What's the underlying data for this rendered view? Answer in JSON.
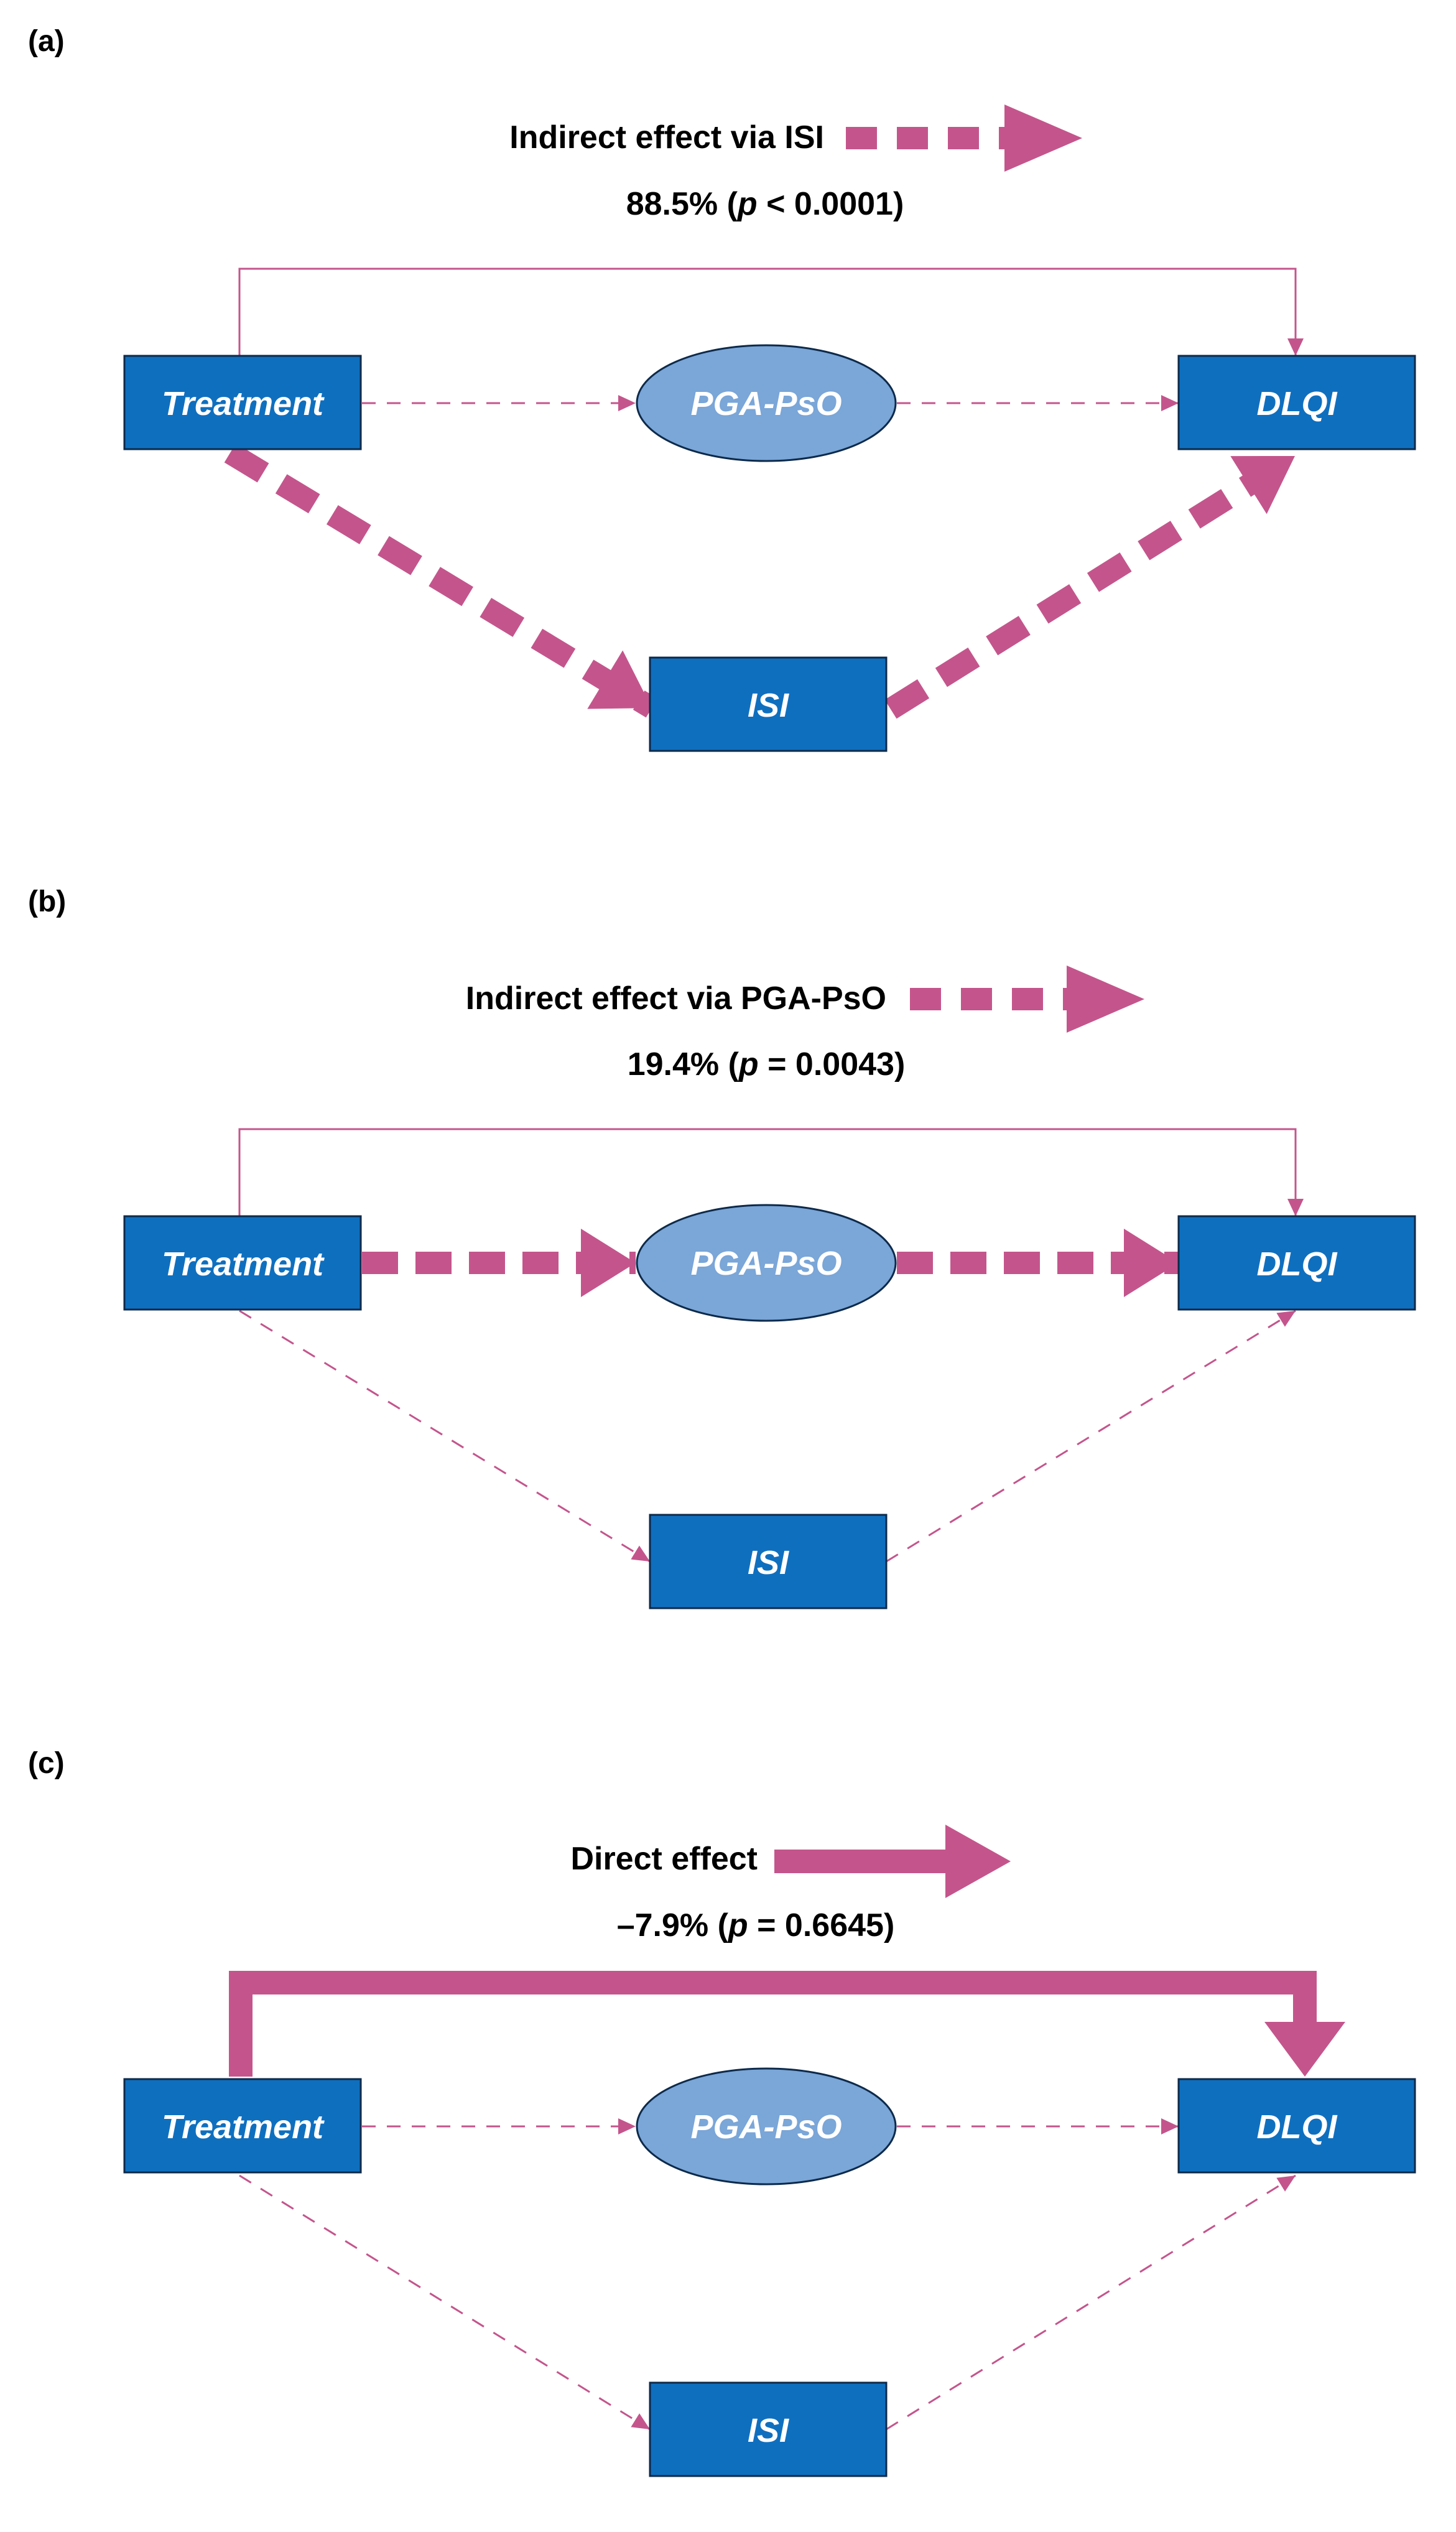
{
  "colors": {
    "arrow": "#c4558c",
    "box_fill": "#0f6fbf",
    "ellipse_fill": "#7aa6d8",
    "node_text": "#ffffff",
    "text": "#000000"
  },
  "nodes": {
    "treatment": "Treatment",
    "mediator_pga": "PGA-PsO",
    "outcome": "DLQI",
    "mediator_isi": "ISI"
  },
  "panels": [
    {
      "label": "(a)",
      "legend_title": "Indirect effect via ISI",
      "legend_stat_prefix": "88.5% (",
      "legend_stat_p": "p",
      "legend_stat_suffix": " < 0.0001)",
      "emphasized_path": "Treatment → ISI → DLQI",
      "proportion_mediated_percent": 88.5,
      "p_value": "< 0.0001"
    },
    {
      "label": "(b)",
      "legend_title": "Indirect effect via PGA-PsO",
      "legend_stat_prefix": "19.4% (",
      "legend_stat_p": "p",
      "legend_stat_suffix": " = 0.0043)",
      "emphasized_path": "Treatment → PGA-PsO → DLQI",
      "proportion_mediated_percent": 19.4,
      "p_value": "= 0.0043"
    },
    {
      "label": "(c)",
      "legend_title": "Direct effect",
      "legend_stat_prefix": "–7.9% (",
      "legend_stat_p": "p",
      "legend_stat_suffix": " = 0.6645)",
      "emphasized_path": "Treatment → DLQI",
      "proportion_mediated_percent": -7.9,
      "p_value": "= 0.6645"
    }
  ]
}
